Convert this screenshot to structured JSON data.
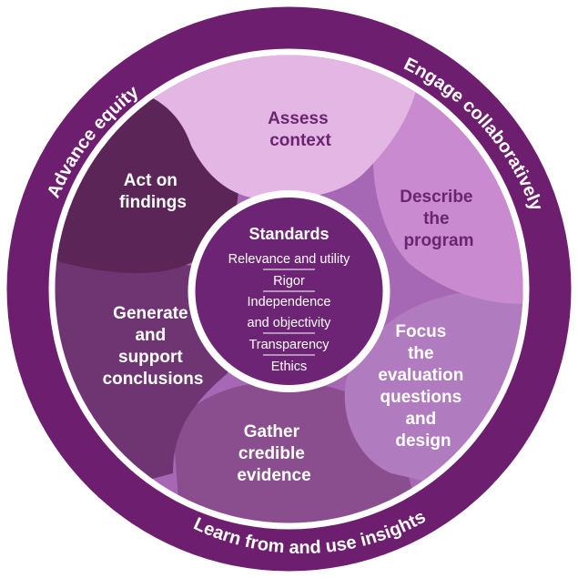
{
  "colors": {
    "outer_ring": "#6e1e6e",
    "band": "#ffffff",
    "cycle_base": "#a668b4",
    "assess_context": "#e3b6e3",
    "describe_program": "#c98acf",
    "focus_design": "#b17bc0",
    "gather_evidence": "#8a4e8f",
    "generate_conclusions": "#6f3572",
    "act_on_findings": "#5b2558",
    "center": "#6e2474",
    "text_dark": "#6a2570",
    "text_light": "#ffffff"
  },
  "ring": {
    "advance_equity": "Advance equity",
    "engage_collaboratively": "Engage collaboratively",
    "learn_from_insights": "Learn from and use insights"
  },
  "steps": {
    "assess_context": [
      "Assess",
      "context"
    ],
    "describe_program": [
      "Describe",
      "the",
      "program"
    ],
    "focus_design": [
      "Focus",
      "the",
      "evaluation",
      "questions",
      "and",
      "design"
    ],
    "gather_evidence": [
      "Gather",
      "credible",
      "evidence"
    ],
    "generate_conclusions": [
      "Generate",
      "and",
      "support",
      "conclusions"
    ],
    "act_on_findings": [
      "Act on",
      "findings"
    ]
  },
  "standards": {
    "title": "Standards",
    "items": [
      "Relevance and utility",
      "Rigor",
      "Independence",
      "and objectivity",
      "Transparency",
      "Ethics"
    ]
  }
}
